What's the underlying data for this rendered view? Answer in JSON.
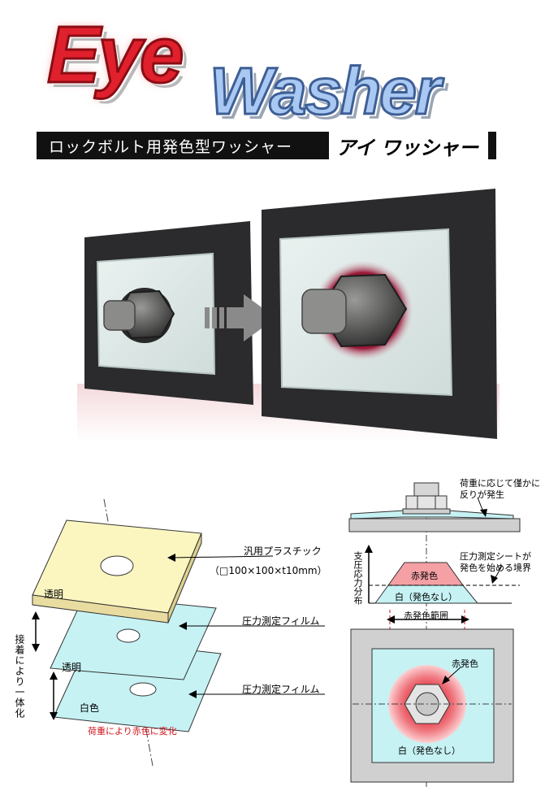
{
  "header": {
    "logo_eye": "Eye",
    "logo_washer": "Washer",
    "subtitle": "ロックボルト用発色型ワッシャー",
    "product_name": "アイ ワッシャー"
  },
  "layer_diagram": {
    "top_layer_label": "透明",
    "middle_layer_label": "透明",
    "bottom_layer_label": "白色",
    "bottom_layer_note": "荷重により赤色に変化",
    "callout_plastic": "汎用プラスチック",
    "callout_plastic_size": "（□100×100×t10mm）",
    "callout_film_1": "圧力測定フィルム",
    "callout_film_2": "圧力測定フィルム",
    "bond_label": "接着により一体化"
  },
  "mechanism_diagram": {
    "deflection_note_1": "荷重に応じて僅かに",
    "deflection_note_2": "反りが発生",
    "threshold_note_1": "圧力測定シートが",
    "threshold_note_2": "発色を始める境界",
    "y_axis_label": "支圧応力分布",
    "red_zone_label": "赤発色",
    "white_zone_label": "白（発色なし）",
    "red_range_label": "赤発色範囲",
    "plan_red_label": "赤発色",
    "plan_white_label": "白（発色なし）"
  },
  "colors": {
    "logo_red": "#e0202c",
    "logo_blue": "#a9c8f2",
    "film_cyan": "#c6f2f4",
    "plastic_yellow": "#fbf5bf",
    "red_zone": "#f4a0a4",
    "annotation_red": "#d0121b"
  }
}
